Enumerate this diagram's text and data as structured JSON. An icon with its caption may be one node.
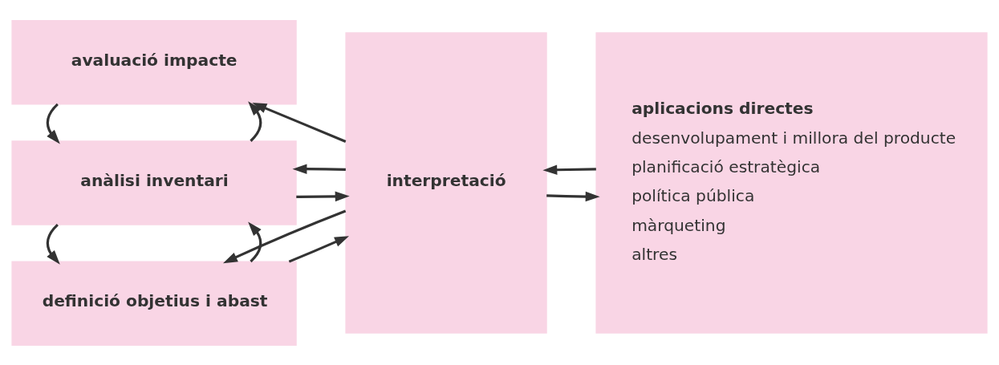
{
  "diagram": {
    "nodes": [
      {
        "text": [
          "definició objetius i abast"
        ]
      },
      {
        "text": [
          "anàlisi inventari"
        ]
      },
      {
        "text": [
          "avaluació impacte"
        ]
      },
      {
        "text": [
          "interpretació"
        ]
      },
      {
        "text": [
          "aplicacions directes",
          "desenvolupament i millora del producte",
          "planificació estratègica",
          "política pública",
          "màrqueting",
          "altres"
        ]
      }
    ],
    "edges": [
      {
        "from": 0,
        "to": 1,
        "arrow": "to"
      },
      {
        "from": 1,
        "to": 0,
        "arrow": "to"
      },
      {
        "from": 1,
        "to": 2,
        "arrow": "to"
      },
      {
        "from": 2,
        "to": 1,
        "arrow": "to"
      },
      {
        "from": 3,
        "to": 0,
        "arrow": "to"
      },
      {
        "from": 0,
        "to": 3,
        "arrow": "to"
      },
      {
        "from": 3,
        "to": 1,
        "arrow": "to"
      },
      {
        "from": 1,
        "to": 3,
        "arrow": "to"
      },
      {
        "from": 3,
        "to": 2,
        "arrow": "to"
      },
      {
        "from": 4,
        "to": 3,
        "arrow": "to"
      },
      {
        "from": 3,
        "to": 4,
        "arrow": "to"
      }
    ]
  }
}
